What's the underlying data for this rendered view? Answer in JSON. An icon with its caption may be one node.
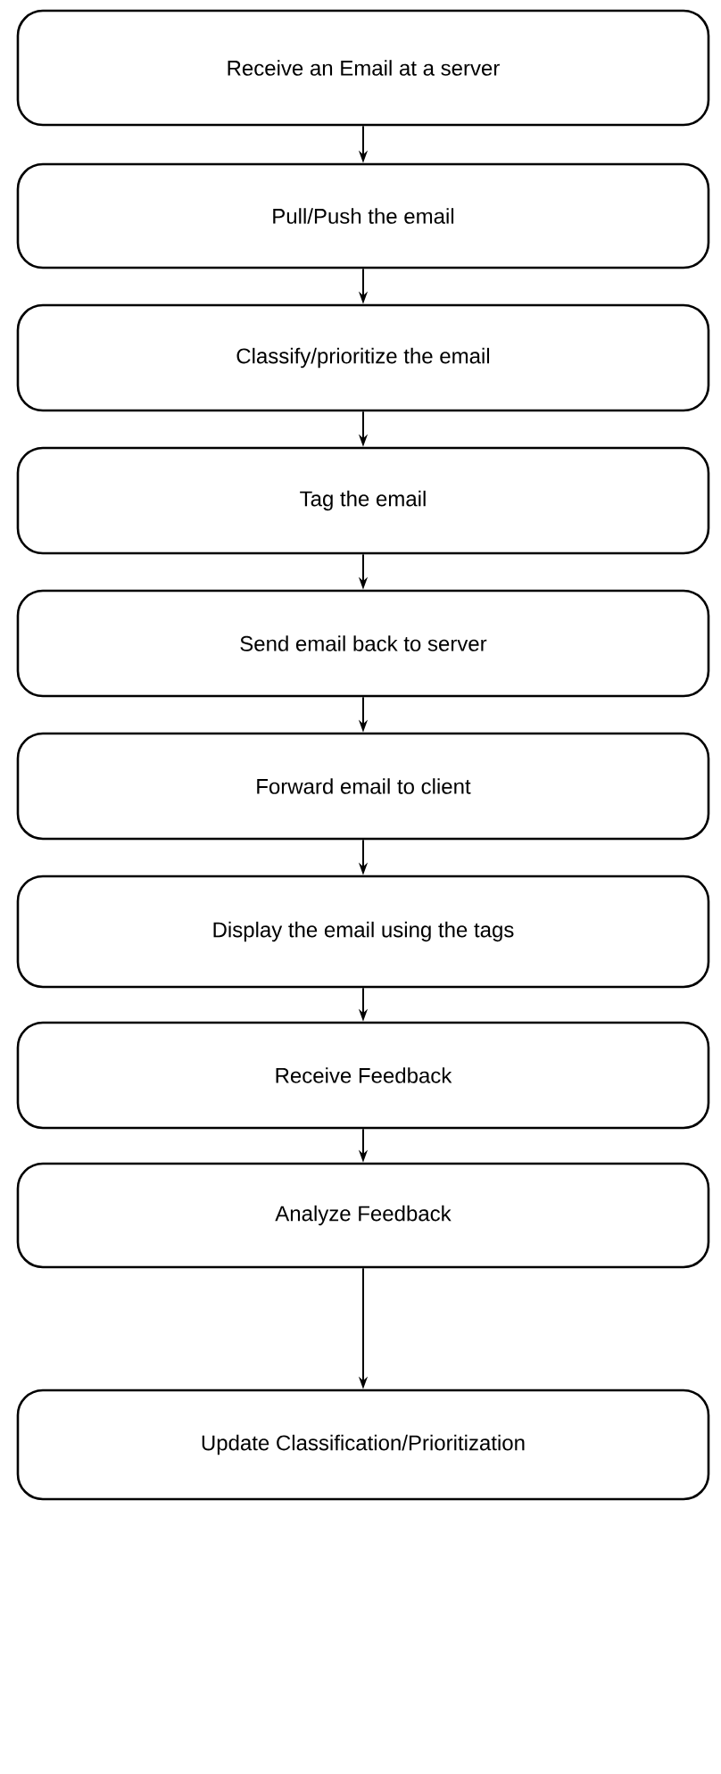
{
  "diagram": {
    "nodes": [
      {
        "text": [
          "Receive an Email at a server"
        ]
      },
      {
        "text": [
          "Pull/Push the email"
        ]
      },
      {
        "text": [
          "Classify/prioritize the email"
        ]
      },
      {
        "text": [
          "Tag the email"
        ]
      },
      {
        "text": [
          "Send email back to server"
        ]
      },
      {
        "text": [
          "Forward email to client"
        ]
      },
      {
        "text": [
          "Display the email using the tags"
        ]
      },
      {
        "text": [
          "Receive Feedback"
        ]
      },
      {
        "text": [
          "Analyze Feedback"
        ]
      },
      {
        "text": [
          "Update Classification/Prioritization"
        ]
      }
    ],
    "edges": [
      {
        "from": 0,
        "to": 1,
        "arrow": "to"
      },
      {
        "from": 1,
        "to": 2,
        "arrow": "to"
      },
      {
        "from": 2,
        "to": 3,
        "arrow": "to"
      },
      {
        "from": 3,
        "to": 4,
        "arrow": "to"
      },
      {
        "from": 4,
        "to": 5,
        "arrow": "to"
      },
      {
        "from": 5,
        "to": 6,
        "arrow": "to"
      },
      {
        "from": 6,
        "to": 7,
        "arrow": "to"
      },
      {
        "from": 7,
        "to": 8,
        "arrow": "to"
      },
      {
        "from": 8,
        "to": 9,
        "arrow": "to"
      }
    ]
  }
}
